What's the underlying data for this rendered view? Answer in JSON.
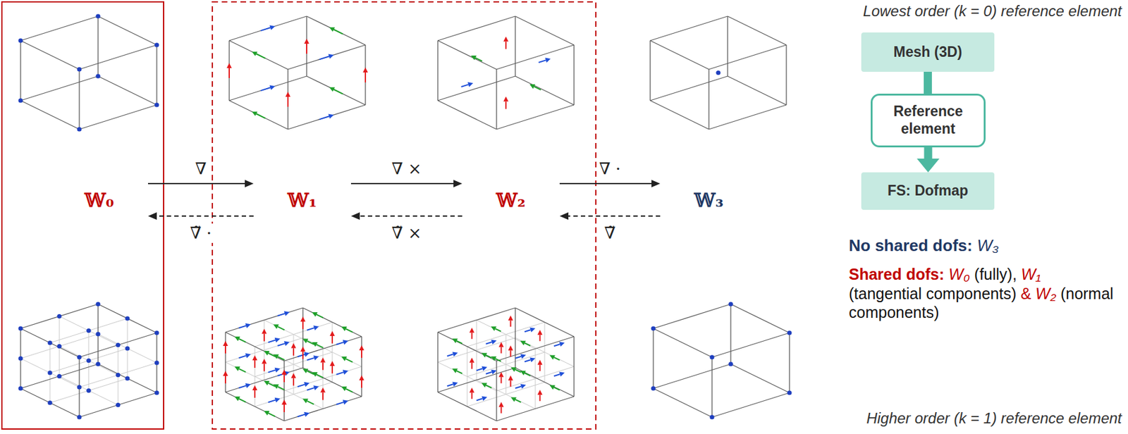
{
  "diagram": {
    "nodes": [
      {
        "text": [
          "𝕎₀"
        ]
      },
      {
        "text": [
          "𝕎₁"
        ]
      },
      {
        "text": [
          "𝕎₂"
        ]
      },
      {
        "text": [
          "𝕎₃"
        ]
      },
      {
        "text": [
          "Mesh (3D)"
        ]
      },
      {
        "text": [
          "Reference element"
        ]
      },
      {
        "text": [
          "FS: Dofmap"
        ]
      }
    ],
    "edges": [
      {
        "from": 0,
        "to": 1,
        "arrow": "to",
        "label": "∇"
      },
      {
        "from": 1,
        "to": 0,
        "arrow": "to",
        "label": "∇̃ ·"
      },
      {
        "from": 1,
        "to": 2,
        "arrow": "to",
        "label": "∇ ×"
      },
      {
        "from": 2,
        "to": 1,
        "arrow": "to",
        "label": "∇̃ ×"
      },
      {
        "from": 2,
        "to": 3,
        "arrow": "to",
        "label": "∇ ·"
      },
      {
        "from": 3,
        "to": 2,
        "arrow": "to",
        "label": "∇̃"
      },
      {
        "from": 4,
        "to": 5,
        "arrow": "none"
      },
      {
        "from": 5,
        "to": 6,
        "arrow": "to"
      }
    ],
    "labels": [
      "Lowest order (k = 0) reference element",
      "No shared dofs: W₃",
      "Shared dofs: W₀ (fully), W₁ (tangential components) & W₂ (normal components)",
      "Higher order (k = 1) reference element"
    ]
  }
}
